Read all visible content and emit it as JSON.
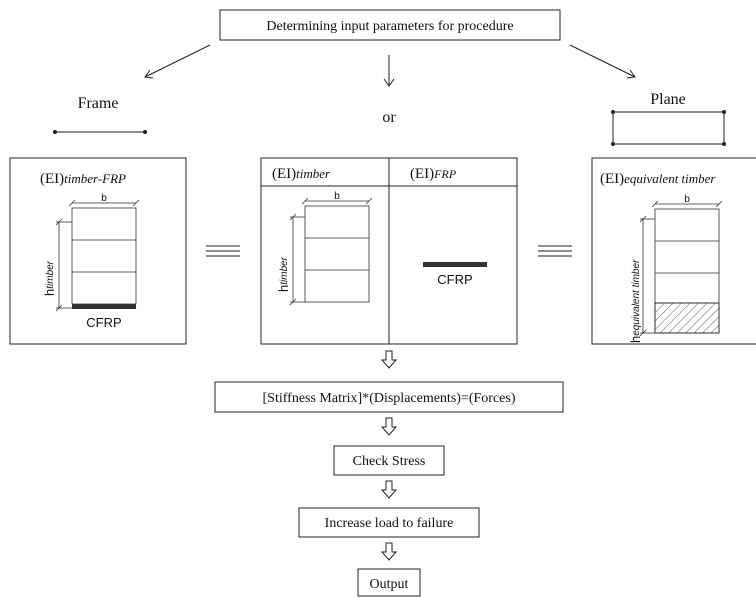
{
  "top_box": "Determining input parameters for procedure",
  "or_label": "or",
  "frame_label": "Frame",
  "plane_label": "Plane",
  "panel_left": {
    "title_main": "(EI)",
    "title_sub": "timber-FRP",
    "b_label": "b",
    "h_main": "h",
    "h_sub": "timber",
    "cfrp": "CFRP"
  },
  "panel_middle": {
    "left_title_main": "(EI)",
    "left_title_sub": "timber",
    "right_title_main": "(EI)",
    "right_title_sub": "FRP",
    "b_label": "b",
    "h_main": "h",
    "h_sub": "timber",
    "cfrp": "CFRP"
  },
  "panel_right": {
    "title_main": "(EI)",
    "title_sub": "equivalent timber",
    "b_label": "b",
    "h_main": "h",
    "h_sub": "equivalent timber"
  },
  "flow": {
    "step1": "[Stiffness Matrix]*(Displacements)=(Forces)",
    "step2": "Check Stress",
    "step3": "Increase load to failure",
    "step4": "Output"
  },
  "colors": {
    "line": "#222222",
    "fill": "#ffffff",
    "cfrp_bar": "#333333"
  }
}
